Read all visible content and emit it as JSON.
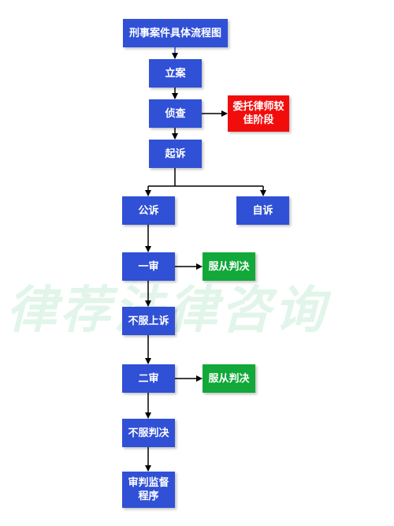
{
  "diagram": {
    "title": "刑事案件具体流程图",
    "steps": {
      "filing": "立案",
      "investigation": "侦查",
      "lawyer_note": "委托律师较\n佳阶段",
      "prosecution": "起诉",
      "public_prosecution": "公诉",
      "private_prosecution": "自诉",
      "first_instance": "一审",
      "accept_first": "服从判决",
      "appeal": "不服上诉",
      "second_instance": "二审",
      "accept_second": "服从判决",
      "reject_judgment": "不服判决",
      "supervision": "审判监督\n程序"
    },
    "colors": {
      "main": "#3050d6",
      "highlight": "#f20d0d",
      "accept": "#12a83a",
      "arrow": "#000000"
    }
  },
  "watermark": {
    "text": "律荐法律咨询",
    "mark": "®"
  }
}
